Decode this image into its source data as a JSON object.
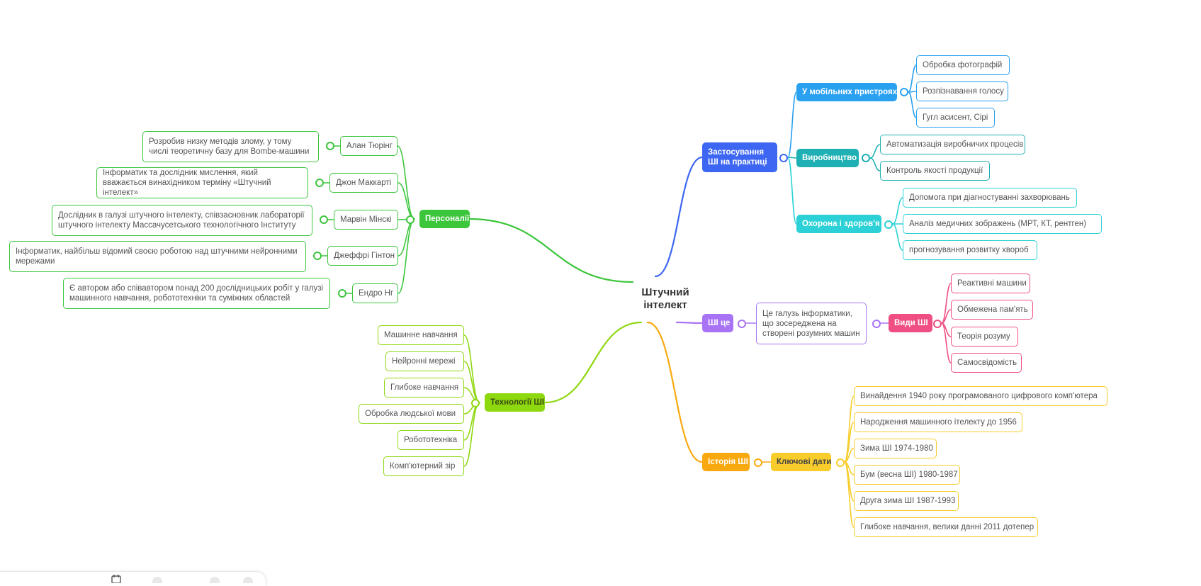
{
  "root": {
    "label": "Штучний інтелект"
  },
  "colors": {
    "applied": "#3d66f2",
    "mobile": "#2aa1f0",
    "production": "#1fb0b4",
    "health": "#2bd1d6",
    "personalities": "#3cc63c",
    "technologies": "#8ed80f",
    "ai_is": "#a874f5",
    "ai_types": "#ef4f82",
    "history": "#f8a90f",
    "key_dates": "#f8cc2a"
  },
  "applied": {
    "label": "Застосування ШІ на практиці",
    "mobile": {
      "label": "У мобільних пристроях",
      "items": [
        "Обробка фотографій",
        "Розпізнавання голосу",
        "Гугл асисент, Сірі"
      ]
    },
    "production": {
      "label": "Виробництво",
      "items": [
        "Автоматизація виробничих процесів",
        "Контроль якості продукції"
      ]
    },
    "health": {
      "label": "Охорона і здоров'я",
      "items": [
        "Допомога при діагностуванні захворювань",
        "Аналіз медичних зображень (МРТ, КТ, рентген)",
        "прогнозування розвитку хвороб"
      ]
    }
  },
  "ai_is": {
    "label": "ШІ це",
    "definition": "Це галузь інформатики, що зосереджена на створені розумних машин",
    "types": {
      "label": "Види ШІ",
      "items": [
        "Реактивні машини",
        "Обмежена пам'ять",
        "Теорія розуму",
        "Самосвідомість"
      ]
    }
  },
  "history": {
    "label": "Історія ШІ",
    "key_dates": {
      "label": "Ключові дати",
      "items": [
        "Винайдення 1940 року програмованого цифрового комп'ютера",
        "Народження машинного ітелекту до 1956",
        "Зима ШІ 1974-1980",
        "Бум (весна ШІ) 1980-1987",
        "Друга зима ШІ  1987-1993",
        "Глибоке навчання, велики данні 2011 дотепер"
      ]
    }
  },
  "personalities": {
    "label": "Персоналії",
    "people": [
      {
        "name": "Алан Тюрінг",
        "desc": "Розробив низку методів злому, у тому числі теоретичну базу для Bombe-машини"
      },
      {
        "name": "Джон Маккарті",
        "desc": "Інформатик та дослідник мислення, який вважається винахідником терміну «Штучний інтелект»"
      },
      {
        "name": "Марвін Мінскі",
        "desc": "Дослідник в галузі штучного інтелекту, співзасновник лабораторії штучного інтелекту Массачусетського технологічного Інституту"
      },
      {
        "name": "Джеффрі Гінтон",
        "desc": "Інформатик, найбільш відомий своєю роботою над штучними нейронними мережами"
      },
      {
        "name": "Ендро Нг",
        "desc": "Є автором або співавтором понад 200 дослідницьких робіт у галузі машинного навчання, робототехніки та суміжних областей"
      }
    ]
  },
  "technologies": {
    "label": "Технології ШІ",
    "items": [
      "Машинне навчання",
      "Нейронні мережі",
      "Глибоке навчання",
      "Обробка людської мови",
      "Робототехніка",
      "Комп'ютерний зір"
    ]
  }
}
